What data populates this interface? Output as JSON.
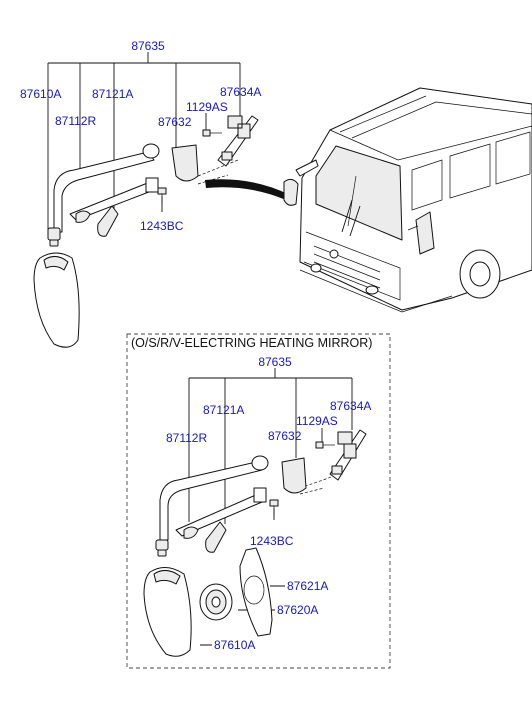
{
  "top": {
    "assembly": "87635",
    "housing": "87610A",
    "arm_upper": "87121A",
    "arm_lower": "87112R",
    "cover": "87632",
    "bracket": "87634A",
    "screw_upper": "1129AS",
    "screw_lower": "1243BC"
  },
  "inset": {
    "title": "(O/S/R/V-ELECTRING HEATING MIRROR)",
    "assembly": "87635",
    "arm_upper": "87121A",
    "arm_lower": "87112R",
    "cover": "87632",
    "bracket": "87634A",
    "screw_upper": "1129AS",
    "screw_lower": "1243BC",
    "glass": "87621A",
    "actuator": "87620A",
    "housing": "87610A"
  }
}
